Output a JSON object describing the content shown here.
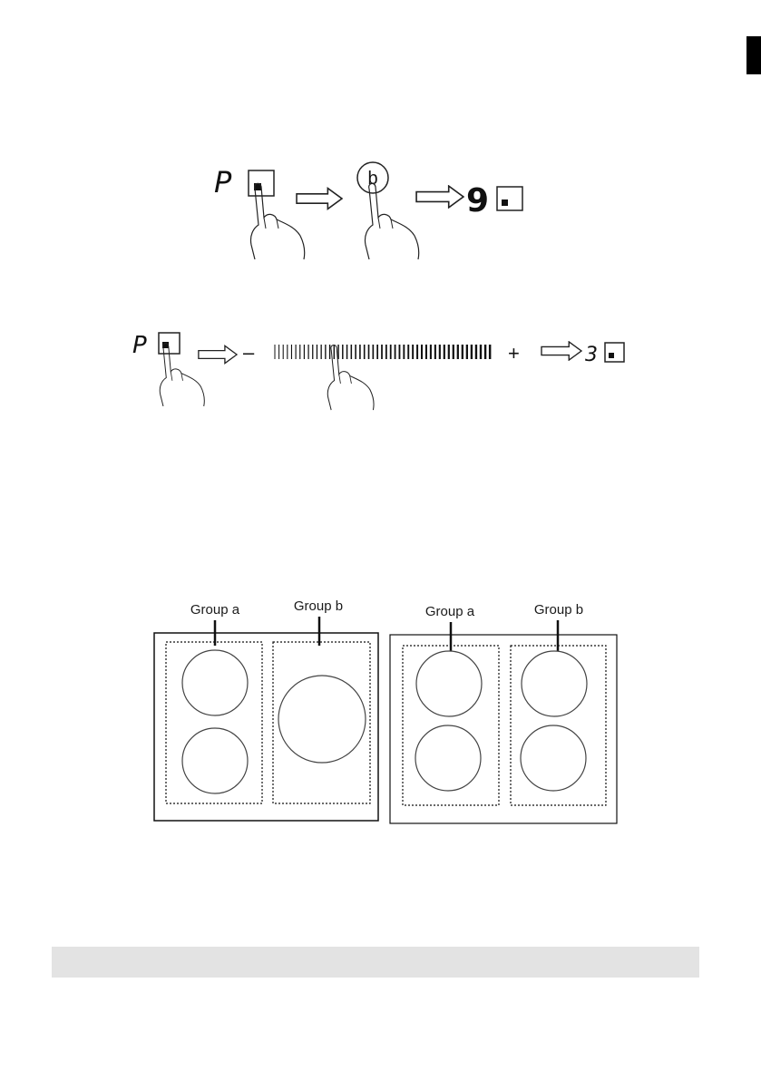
{
  "diagram1": {
    "display_before": "P",
    "button_label": "b",
    "display_after": "9"
  },
  "diagram2": {
    "display_before": "P",
    "minus_label": "–",
    "plus_label": "+",
    "display_after": "3"
  },
  "layout_left": {
    "group_a": "Group a",
    "group_b": "Group b"
  },
  "layout_right": {
    "group_a": "Group a",
    "group_b": "Group b"
  }
}
